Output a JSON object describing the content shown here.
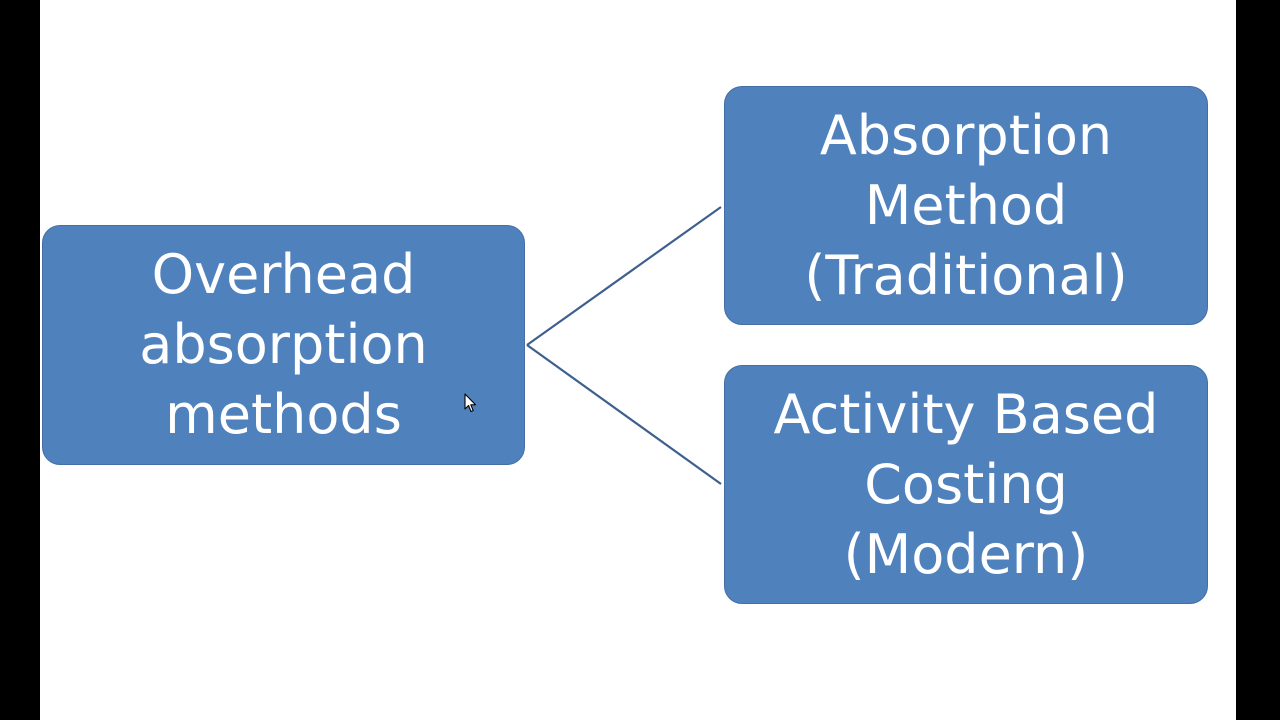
{
  "diagram": {
    "root": {
      "lines": [
        "Overhead",
        "absorption",
        "methods"
      ]
    },
    "children": [
      {
        "lines": [
          "Absorption",
          "Method",
          "(Traditional)"
        ]
      },
      {
        "lines": [
          "Activity Based",
          "Costing",
          "(Modern)"
        ]
      }
    ]
  },
  "colors": {
    "box_fill": "#4f81bd",
    "box_text": "#ffffff",
    "connector": "#3f5f8f",
    "background": "#ffffff"
  },
  "icons": {
    "cursor": "mouse-pointer-icon"
  }
}
